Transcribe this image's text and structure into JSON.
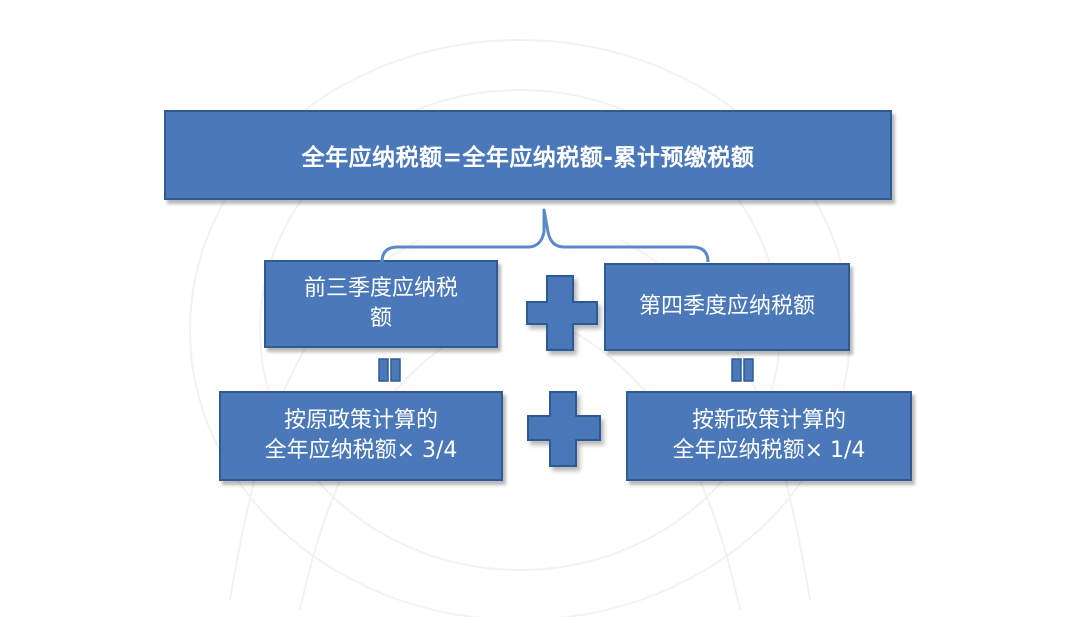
{
  "diagram": {
    "top_box": {
      "text": "全年应纳税额=全年应纳税额-累计预缴税额"
    },
    "q1_q3_box": {
      "line1": "前三季度应纳税",
      "line2": "额"
    },
    "q4_box": {
      "text": "第四季度应纳税额"
    },
    "old_policy_box": {
      "line1": "按原政策计算的",
      "line2": "全年应纳税额× 3/4"
    },
    "new_policy_box": {
      "line1": "按新政策计算的",
      "line2": "全年应纳税额× 1/4"
    },
    "colors": {
      "box_fill": "#4a78b8",
      "box_border": "#2f5a94",
      "text": "#ffffff",
      "connector": "#5b8ac6"
    },
    "icons": [
      "plus-icon",
      "equals-icon",
      "brace-connector"
    ]
  }
}
